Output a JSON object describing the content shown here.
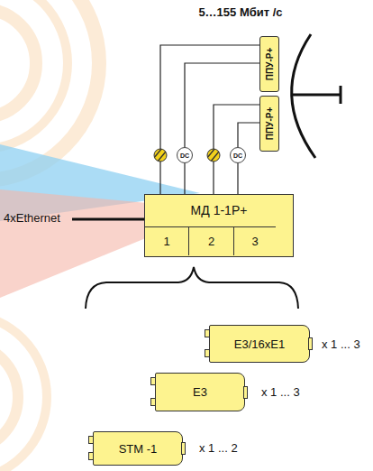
{
  "diagram": {
    "title": "5…155 Мбит /с",
    "nodes": [
      {
        "text": [
          "ППУ-Р+"
        ]
      },
      {
        "text": [
          "ППУ-Р+"
        ]
      },
      {
        "text": [
          "DC"
        ]
      },
      {
        "text": [
          "DC"
        ]
      },
      {
        "text": [
          "МД 1-1Р+"
        ]
      },
      {
        "text": [
          "1"
        ],
        "in": 4
      },
      {
        "text": [
          "2"
        ],
        "in": 4
      },
      {
        "text": [
          "3"
        ],
        "in": 4
      },
      {
        "text": [
          "E3/16xE1"
        ]
      },
      {
        "text": [
          "E3"
        ]
      },
      {
        "text": [
          "STM -1"
        ]
      }
    ],
    "edges": [
      {
        "from": 0,
        "to": 4,
        "arrow": "none"
      },
      {
        "from": 0,
        "to": 2,
        "arrow": "none"
      },
      {
        "from": 2,
        "to": 4,
        "arrow": "none"
      },
      {
        "from": 1,
        "to": 4,
        "arrow": "none"
      },
      {
        "from": 1,
        "to": 3,
        "arrow": "none"
      },
      {
        "from": 3,
        "to": 4,
        "arrow": "none"
      }
    ],
    "labels": [
      "4xEthernet",
      "x 1 ... 3",
      "x 1 ... 3",
      "x 1 ... 2"
    ]
  }
}
